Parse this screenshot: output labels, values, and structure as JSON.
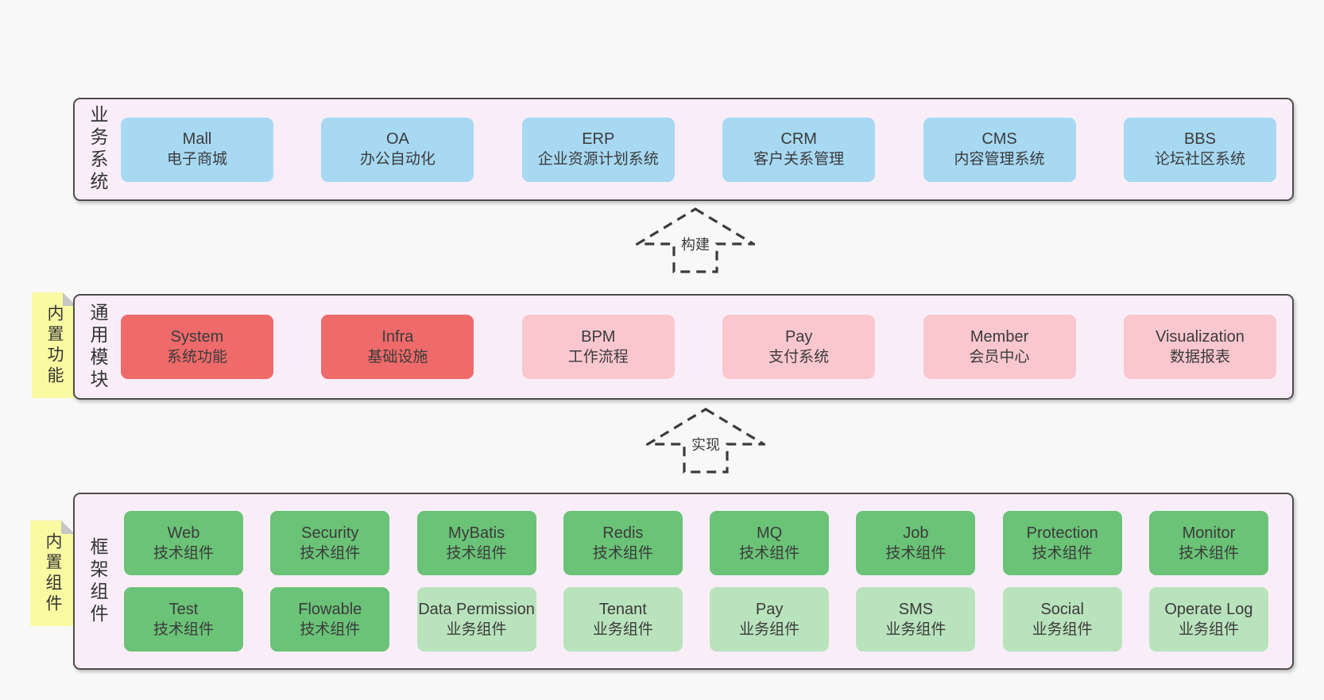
{
  "colors": {
    "page_background": "#f8f8f8",
    "band_background": "#f9eef8",
    "band_border": "#4d4d4d",
    "business_box": "#a7d9f3",
    "core_module_box": "#ef6a6a",
    "optional_module_box": "#fac7cf",
    "tech_component_box": "#6ac377",
    "biz_component_box": "#b9e3bd",
    "sticky_note": "#fafaa2",
    "text": "#3b3b3b"
  },
  "bands": [
    {
      "label": "业务系统",
      "boxes": [
        {
          "name": "Mall",
          "desc": "电子商城"
        },
        {
          "name": "OA",
          "desc": "办公自动化"
        },
        {
          "name": "ERP",
          "desc": "企业资源计划系统"
        },
        {
          "name": "CRM",
          "desc": "客户关系管理"
        },
        {
          "name": "CMS",
          "desc": "内容管理系统"
        },
        {
          "name": "BBS",
          "desc": "论坛社区系统"
        }
      ]
    },
    {
      "label": "通用模块",
      "boxes": [
        {
          "name": "System",
          "desc": "系统功能"
        },
        {
          "name": "Infra",
          "desc": "基础设施"
        },
        {
          "name": "BPM",
          "desc": "工作流程"
        },
        {
          "name": "Pay",
          "desc": "支付系统"
        },
        {
          "name": "Member",
          "desc": "会员中心"
        },
        {
          "name": "Visualization",
          "desc": "数据报表"
        }
      ]
    },
    {
      "label": "框架组件",
      "rows": [
        [
          {
            "name": "Web",
            "desc": "技术组件"
          },
          {
            "name": "Security",
            "desc": "技术组件"
          },
          {
            "name": "MyBatis",
            "desc": "技术组件"
          },
          {
            "name": "Redis",
            "desc": "技术组件"
          },
          {
            "name": "MQ",
            "desc": "技术组件"
          },
          {
            "name": "Job",
            "desc": "技术组件"
          },
          {
            "name": "Protection",
            "desc": "技术组件"
          },
          {
            "name": "Monitor",
            "desc": "技术组件"
          }
        ],
        [
          {
            "name": "Test",
            "desc": "技术组件"
          },
          {
            "name": "Flowable",
            "desc": "技术组件"
          },
          {
            "name": "Data Permission",
            "desc": "业务组件"
          },
          {
            "name": "Tenant",
            "desc": "业务组件"
          },
          {
            "name": "Pay",
            "desc": "业务组件"
          },
          {
            "name": "SMS",
            "desc": "业务组件"
          },
          {
            "name": "Social",
            "desc": "业务组件"
          },
          {
            "name": "Operate Log",
            "desc": "业务组件"
          }
        ]
      ]
    }
  ],
  "arrows": [
    {
      "label": "构建"
    },
    {
      "label": "实现"
    }
  ],
  "stickies": [
    {
      "label": "内置功能"
    },
    {
      "label": "内置组件"
    }
  ]
}
